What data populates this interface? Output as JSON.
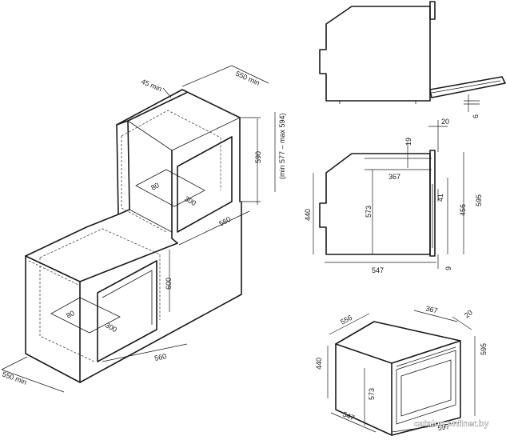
{
  "labels": {
    "top_depth": "45 min",
    "top_width": "550 min",
    "top_height": "590",
    "top_range": "(min 577 – max 594)",
    "top_vent_w": "80",
    "top_vent_d": "300",
    "top_side": "560",
    "low_height": "600",
    "low_vent_w": "80",
    "low_vent_d": "300",
    "low_side": "560",
    "low_width": "550 min",
    "s_top": "20",
    "s_gap": "19",
    "s_depth": "367",
    "s_total": "595",
    "s_body": "573",
    "s_front": "456",
    "s_side": "440",
    "s_small": "41",
    "s_bottom": "9",
    "s_len": "547",
    "s_six": "6",
    "i_depth": "556",
    "i_w": "367",
    "i_t": "20",
    "i_h": "595",
    "i_side": "440",
    "i_body": "573",
    "i_len": "547",
    "i_bot": "597"
  },
  "watermark": "catalog.onliner.by"
}
